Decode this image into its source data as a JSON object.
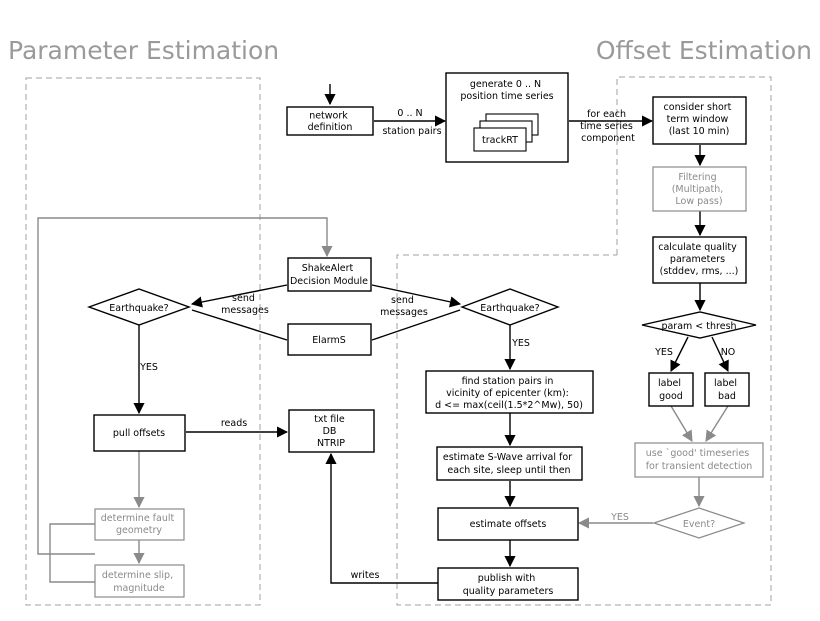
{
  "titles": {
    "parameter_estimation": "Parameter Estimation",
    "offset_estimation": "Offset Estimation"
  },
  "nodes": {
    "network_definition": [
      "network",
      "definition"
    ],
    "generate_series": [
      "generate 0 .. N",
      "position time series"
    ],
    "track_rt": "trackRT",
    "track_rt_more": "...",
    "consider_window": [
      "consider short",
      "term window",
      "(last 10 min)"
    ],
    "filtering": [
      "Filtering",
      "(Multipath,",
      "Low pass)"
    ],
    "quality_params": [
      "calculate quality",
      "parameters",
      "(stddev, rms, ...)"
    ],
    "param_thresh": "param < thresh",
    "label_good": [
      "label",
      "good"
    ],
    "label_bad": [
      "label",
      "bad"
    ],
    "use_good": [
      "use `good' timeseries",
      "for transient detection"
    ],
    "event": "Event?",
    "shakealert": [
      "ShakeAlert",
      "Decision Module"
    ],
    "elarms": "ElarmS",
    "earthquake_left": "Earthquake?",
    "earthquake_right": "Earthquake?",
    "find_pairs": [
      "find station pairs in",
      "vicinity of epicenter (km):",
      "d <= max(ceil(1.5*2^Mw), 50)"
    ],
    "estimate_swave": [
      "estimate S-Wave arrival for",
      "each site, sleep until then"
    ],
    "estimate_offsets": "estimate offsets",
    "publish": [
      "publish with",
      "quality parameters"
    ],
    "pull_offsets": "pull offsets",
    "storage": [
      "txt file",
      "DB",
      "NTRIP"
    ],
    "fault_geometry": [
      "determine fault",
      "geometry"
    ],
    "slip_magnitude": [
      "determine slip,",
      "magnitude"
    ]
  },
  "edge_labels": {
    "zero_n": "0 .. N",
    "station_pairs": "station pairs",
    "for_each": [
      "for each",
      "time series",
      "component"
    ],
    "send_left": [
      "send",
      "messages"
    ],
    "send_right": [
      "send",
      "messages"
    ],
    "yes_left": "YES",
    "yes_right": "YES",
    "yes_thresh": "YES",
    "no_thresh": "NO",
    "yes_event": "YES",
    "reads": "reads",
    "writes": "writes"
  },
  "colors": {
    "primary": "#000000",
    "secondary": "#8a8a8a",
    "dashed_border": "#a0a0a0",
    "title": "#9a9a9a"
  }
}
